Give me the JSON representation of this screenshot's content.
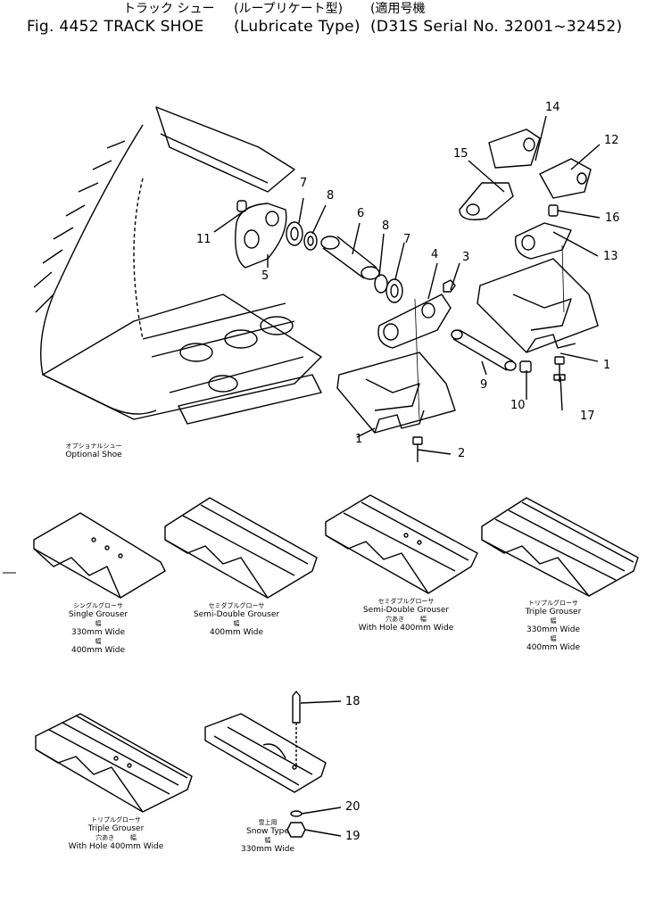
{
  "header": {
    "jp_left": "トラック シュー",
    "jp_mid": "(ループリケート型)",
    "jp_right": "(適用号機",
    "en_fig": "Fig. 4452 TRACK SHOE",
    "en_type": "(Lubricate Type)",
    "en_serial": "(D31S Serial No. 32001~32452)"
  },
  "parts": [
    "1",
    "2",
    "3",
    "4",
    "5",
    "6",
    "7",
    "8",
    "8",
    "7",
    "9",
    "10",
    "11",
    "12",
    "13",
    "14",
    "15",
    "16",
    "17",
    "1",
    "18",
    "19",
    "20"
  ],
  "optional": {
    "jp": "オプショナルシュー",
    "en": "Optional Shoe"
  },
  "shoes": [
    {
      "jp": "シングルグローサ",
      "en": "Single Grouser",
      "w1_jp": "幅",
      "w1": "330mm Wide",
      "w2_jp": "幅",
      "w2": "400mm Wide"
    },
    {
      "jp": "セミダブルグローサ",
      "en": "Semi-Double Grouser",
      "w1_jp": "幅",
      "w1": "400mm Wide"
    },
    {
      "jp": "セミダブルグローサ",
      "en": "Semi-Double Grouser",
      "hole_jp": "穴あき",
      "w1_jp": "幅",
      "w1": "With Hole 400mm Wide"
    },
    {
      "jp": "トリプルグローサ",
      "en": "Triple Grouser",
      "w1_jp": "幅",
      "w1": "330mm Wide",
      "w2_jp": "幅",
      "w2": "400mm Wide"
    },
    {
      "jp": "トリプルグローサ",
      "en": "Triple Grouser",
      "hole_jp": "穴あき",
      "w1_jp": "幅",
      "w1": "With Hole 400mm Wide"
    },
    {
      "jp": "雪上用",
      "en": "Snow Type",
      "w1_jp": "幅",
      "w1": "330mm Wide"
    }
  ]
}
